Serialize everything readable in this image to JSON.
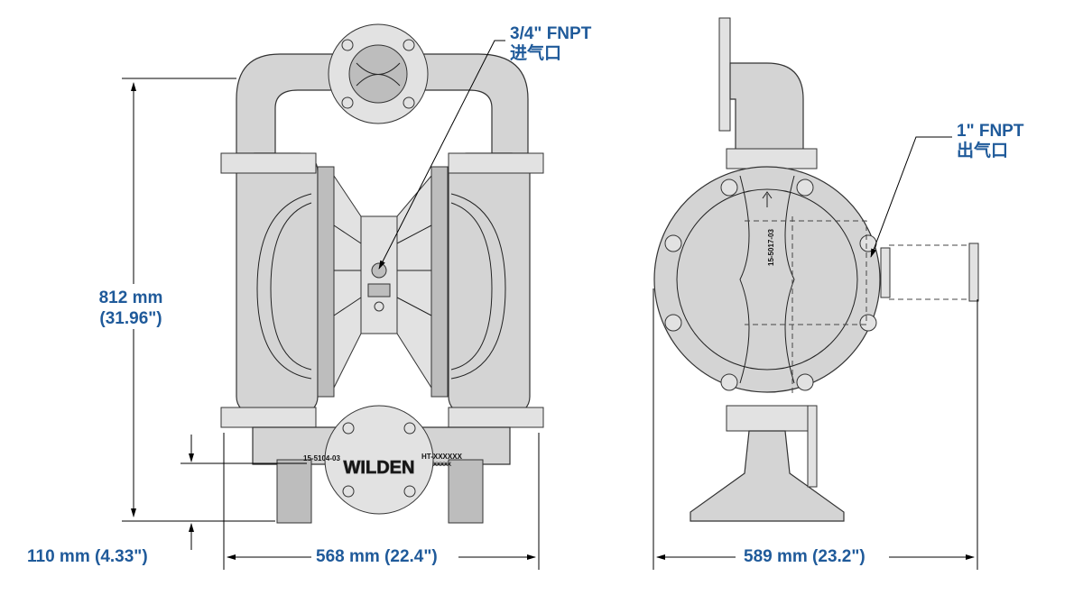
{
  "labels": {
    "air_inlet_size": "3/4\" FNPT",
    "air_inlet_name": "进气口",
    "air_outlet_size": "1\" FNPT",
    "air_outlet_name": "出气口",
    "height_mm": "812 mm",
    "height_in": "(31.96\")",
    "foot_height": "110 mm (4.33\")",
    "front_width": "568 mm (22.4\")",
    "side_width": "589 mm (23.2\")"
  },
  "engravings": {
    "brand": "WILDEN",
    "front_part_no": "15-5104-03",
    "heat_code": "HT-XXXXXX",
    "heat_sub": "XXXXX",
    "side_part_no": "15-5017-03"
  },
  "colors": {
    "label_blue": "#1f5a9a",
    "metal": "#d4d4d4"
  }
}
